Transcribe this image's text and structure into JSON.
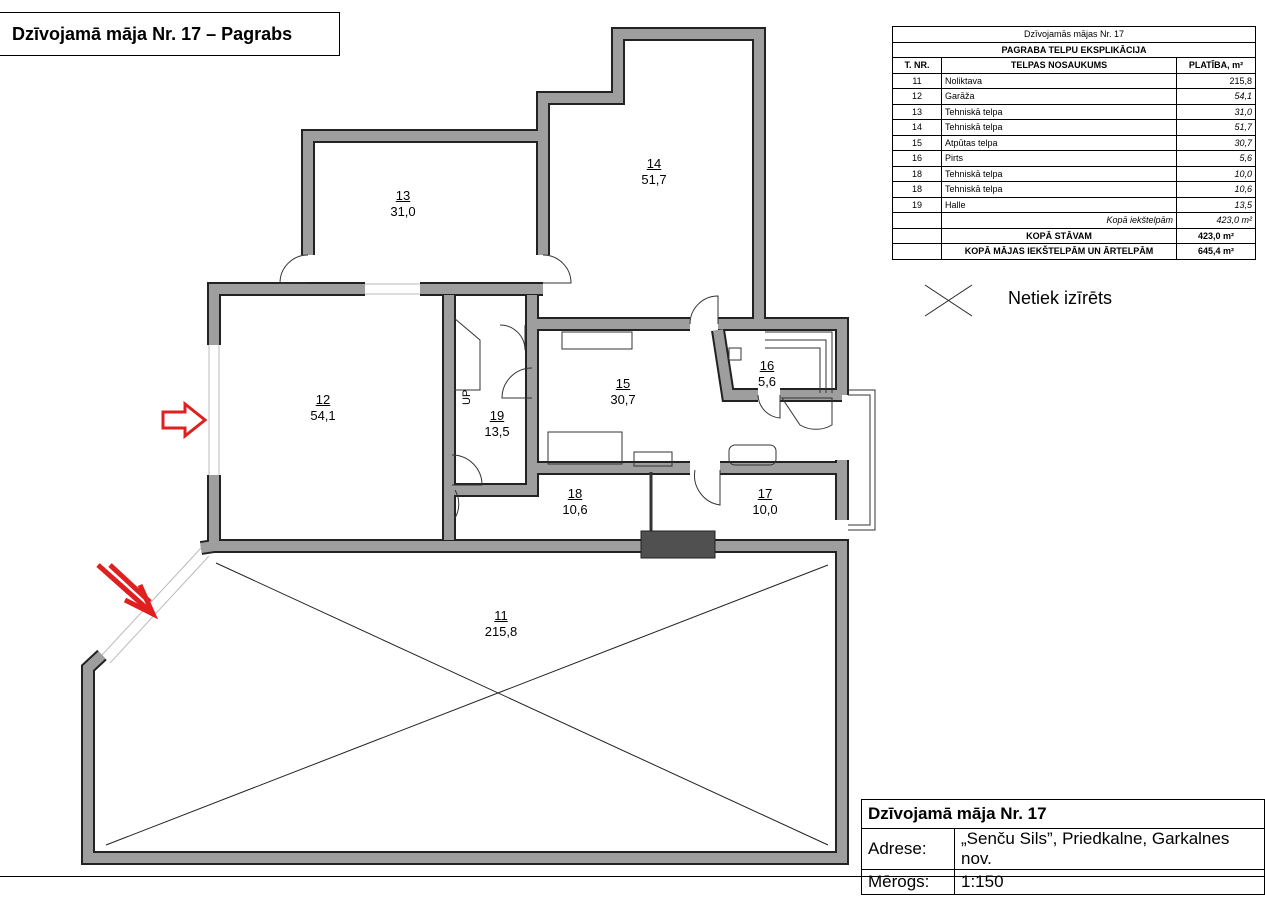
{
  "title": "Dzīvojamā māja Nr. 17 – Pagrabs",
  "rooms": [
    {
      "nr": "11",
      "area": "215,8"
    },
    {
      "nr": "12",
      "area": "54,1"
    },
    {
      "nr": "13",
      "area": "31,0"
    },
    {
      "nr": "14",
      "area": "51,7"
    },
    {
      "nr": "15",
      "area": "30,7"
    },
    {
      "nr": "16",
      "area": "5,6"
    },
    {
      "nr": "17",
      "area": "10,0"
    },
    {
      "nr": "18",
      "area": "10,6"
    },
    {
      "nr": "19",
      "area": "13,5"
    }
  ],
  "stair_label": "UP",
  "explication": {
    "heading": "Dzīvojamās mājas Nr. 17",
    "subheading": "PAGRABA TELPU EKSPLIKĀCIJA",
    "col_nr": "T. NR.",
    "col_name": "TELPAS NOSAUKUMS",
    "col_area": "PLATĪBA, m²",
    "rows": [
      {
        "nr": "11",
        "name": "Noliktava",
        "area": "215,8"
      },
      {
        "nr": "12",
        "name": "Garāža",
        "area": "54,1"
      },
      {
        "nr": "13",
        "name": "Tehniskā telpa",
        "area": "31,0"
      },
      {
        "nr": "14",
        "name": "Tehniskā telpa",
        "area": "51,7"
      },
      {
        "nr": "15",
        "name": "Atpūtas telpa",
        "area": "30,7"
      },
      {
        "nr": "16",
        "name": "Pirts",
        "area": "5,6"
      },
      {
        "nr": "18",
        "name": "Tehniskā telpa",
        "area": "10,0"
      },
      {
        "nr": "18",
        "name": "Tehniskā telpa",
        "area": "10,6"
      },
      {
        "nr": "19",
        "name": "Halle",
        "area": "13,5"
      }
    ],
    "subtotal_label": "Kopā iekštelpām",
    "subtotal_value": "423,0 m²",
    "floor_total_label": "KOPĀ STĀVAM",
    "floor_total_value": "423,0 m²",
    "house_total_label": "KOPĀ MĀJAS IEKŠTELPĀM UN ĀRTELPĀM",
    "house_total_value": "645,4 m²"
  },
  "legend": {
    "not_rented": "Netiek izīrēts"
  },
  "title_block": {
    "name": "Dzīvojamā māja Nr. 17",
    "address_label": "Adrese:",
    "address_value": "„Senču Sils”, Priedkalne, Garkalnes nov.",
    "scale_label": "Mērogs:",
    "scale_value": "1:150"
  },
  "colors": {
    "wall": "#9e9e9e",
    "arrow": "#e02020",
    "chimney": "#505050"
  }
}
